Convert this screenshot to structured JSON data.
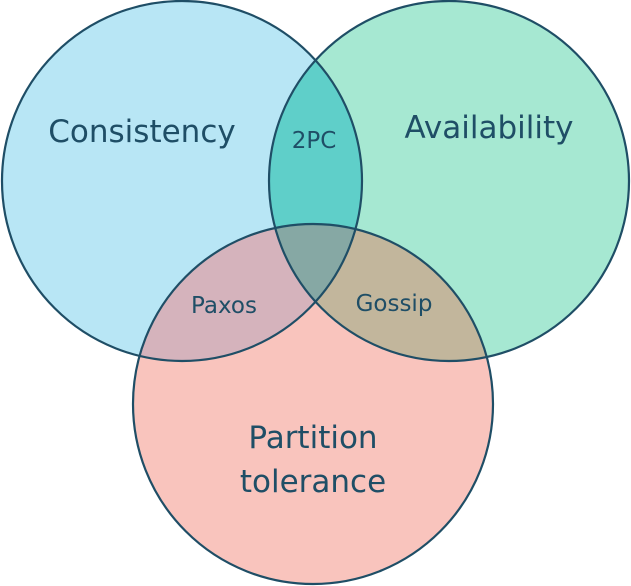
{
  "diagram": {
    "sets": [
      {
        "id": "consistency",
        "label": "Consistency",
        "color": "#b8e6f5"
      },
      {
        "id": "availability",
        "label": "Availability",
        "color": "#a6e8d2"
      },
      {
        "id": "partition",
        "label_lines": [
          "Partition",
          "tolerance"
        ],
        "color": "#f9c4bd"
      }
    ],
    "overlaps": {
      "consistency_availability": {
        "label": "2PC",
        "color": "#5fcfc9"
      },
      "consistency_partition": {
        "label": "Paxos",
        "color": "#d5b3bc"
      },
      "availability_partition": {
        "label": "Gossip",
        "color": "#c2b69c"
      },
      "all_three": {
        "color": "#86a8a4"
      }
    },
    "outline_color": "#1f4e66",
    "text_color": "#1f4e66"
  }
}
